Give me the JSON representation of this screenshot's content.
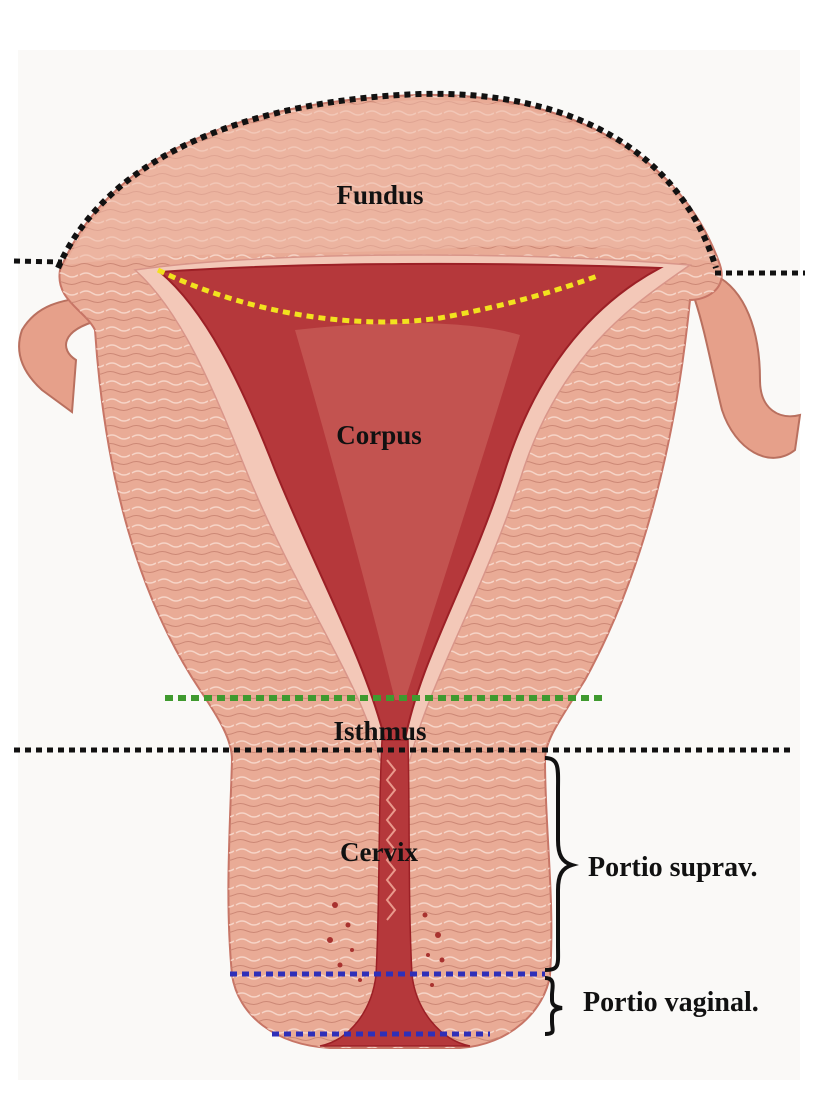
{
  "labels": {
    "fundus": "Fundus",
    "corpus": "Corpus",
    "isthmus": "Isthmus",
    "cervix": "Cervix",
    "portio_supravaginal": "Portio suprav.",
    "portio_vaginal": "Portio vaginal."
  },
  "colors": {
    "background": "#ffffff",
    "tissue": "#e9ab96",
    "tissue_light": "#f4cdbd",
    "tissue_dark": "#c77566",
    "cavity": "#b5383b",
    "cavity_deep": "#9c2026",
    "line_black": "#111111",
    "line_yellow": "#f2e21e",
    "line_green": "#3f9a2f",
    "line_blue": "#2f2fb8"
  },
  "boundary_lines": [
    {
      "name": "fundus-corpus-boundary",
      "color": "black"
    },
    {
      "name": "fundus-outline",
      "color": "black"
    },
    {
      "name": "cavity-roof-line",
      "color": "yellow"
    },
    {
      "name": "isthmus-upper-line",
      "color": "green"
    },
    {
      "name": "corpus-cervix-boundary",
      "color": "black"
    },
    {
      "name": "portio-boundary-line",
      "color": "blue"
    },
    {
      "name": "external-os-line",
      "color": "blue"
    }
  ]
}
